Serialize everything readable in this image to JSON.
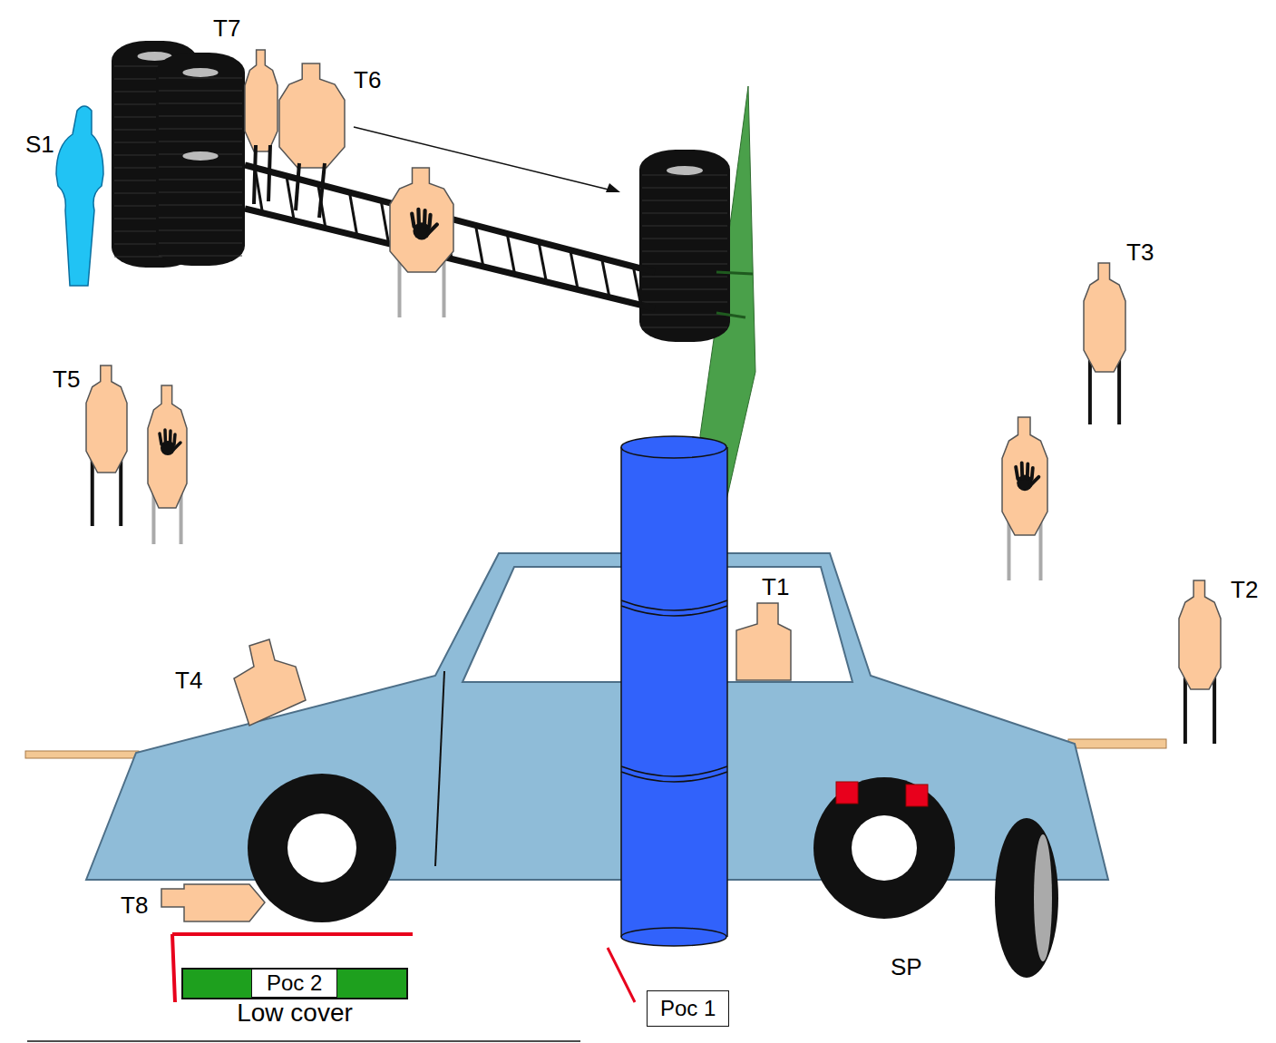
{
  "diagram": {
    "nodes": [
      {
        "text": [
          "Low cover"
        ]
      },
      {
        "text": [
          "Poc 2"
        ],
        "in": 0
      },
      {
        "text": [
          "Poc 1"
        ]
      }
    ],
    "labels": [
      "S1",
      "T7",
      "T6",
      "T5",
      "T3",
      "T1",
      "T2",
      "T4",
      "T8",
      "SP"
    ]
  }
}
